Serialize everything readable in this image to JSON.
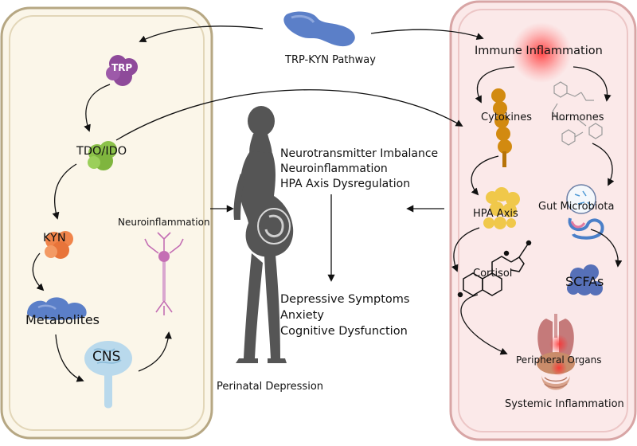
{
  "pathway_label": "TRP-KYN Pathway",
  "left_panel": {
    "trp": "TRP",
    "tdo_ido": "TDO/IDO",
    "kyn": "KYN",
    "metabolites": "Metabolites",
    "cns": "CNS",
    "neuroinflammation": "Neuroinflammation"
  },
  "center": {
    "effects": [
      "Neurotransmitter Imbalance",
      "Neuroinflammation",
      "HPA Axis Dysregulation"
    ],
    "symptoms": [
      "Depressive Symptoms",
      "Anxiety",
      "Cognitive Dysfunction"
    ],
    "figure_label": "Perinatal Depression"
  },
  "right_panel": {
    "immune": "Immune Inflammation",
    "cytokines": "Cytokines",
    "hormones": "Hormones",
    "hpa_axis": "HPA Axis",
    "gut_microbiota": "Gut Microbiota",
    "cortisol": "Cortisol",
    "scfas": "SCFAs",
    "peripheral_organs": "Peripheral Organs",
    "systemic": "Systemic Inflammation"
  },
  "colors": {
    "left_panel_fill": "#fbf6e9",
    "left_panel_border": "#b6a783",
    "right_panel_fill": "#fbe9e9",
    "right_panel_border": "#d8a5a5",
    "trp_icon": "#8e4a9a",
    "tdo_icon": "#8cc24a",
    "kyn_icon": "#f0844a",
    "metabolites_icon": "#5b7fc8",
    "cns_icon": "#b9d9ec",
    "neuron_icon": "#c46fb4",
    "cytokine_icon": "#d28a10",
    "hpa_icon": "#f0c84a",
    "scfa_icon": "#5670b8",
    "silhouette": "#555555",
    "inflammation_glow": "#ff3b3b"
  }
}
